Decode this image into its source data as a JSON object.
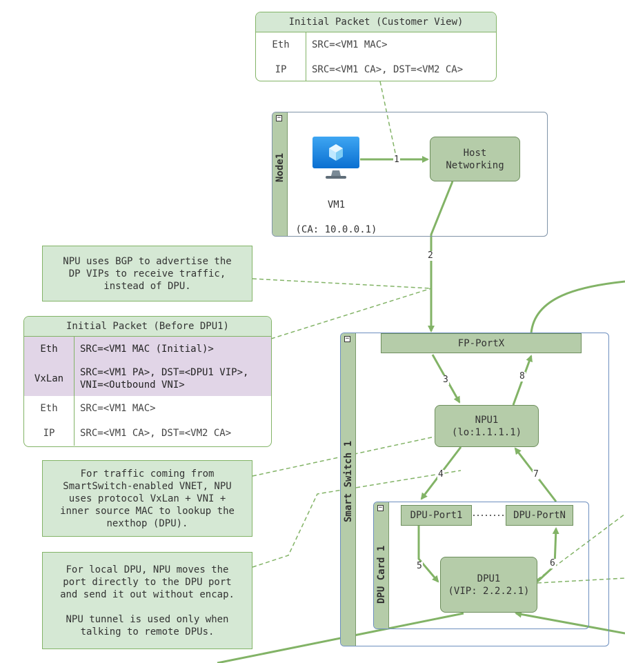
{
  "packet_customer": {
    "title": "Initial Packet (Customer View)",
    "rows": [
      {
        "key": "Eth",
        "value": "SRC=<VM1 MAC>"
      },
      {
        "key": "IP",
        "value": "SRC=<VM1 CA>, DST=<VM2 CA>"
      }
    ]
  },
  "node1": {
    "label": "Node1",
    "collapse_glyph": "−",
    "vm_name": "VM1",
    "vm_ca": "(CA: 10.0.0.1)",
    "host_networking": "Host\nNetworking",
    "vm_icon": "monitor-cube-icon"
  },
  "note_bgp": "NPU uses BGP to advertise the\nDP VIPs to receive traffic,\ninstead of DPU.",
  "packet_before_dpu": {
    "title": "Initial Packet (Before DPU1)",
    "rows": [
      {
        "key": "Eth",
        "value": "SRC=<VM1 MAC (Initial)>",
        "highlight": true
      },
      {
        "key": "VxLan",
        "value": "SRC=<VM1 PA>, DST=<DPU1 VIP>,\nVNI=<Outbound VNI>",
        "highlight": true
      },
      {
        "key": "Eth",
        "value": "SRC=<VM1 MAC>",
        "highlight": false
      },
      {
        "key": "IP",
        "value": "SRC=<VM1 CA>, DST=<VM2 CA>",
        "highlight": false
      }
    ]
  },
  "note_vxlan": "For traffic coming from\nSmartSwitch-enabled VNET, NPU\nuses protocol VxLan + VNI +\ninner source MAC to lookup the\nnexthop (DPU).",
  "note_local_dpu": "For local DPU, NPU moves the\nport directly to the DPU port\nand send it out without encap.\n\nNPU tunnel is used only when\ntalking to remote DPUs.",
  "smart_switch": {
    "label": "Smart Switch 1",
    "fp_port": "FP-PortX",
    "npu_name": "NPU1",
    "npu_lo": "(lo:1.1.1.1)"
  },
  "dpu_card": {
    "label": "DPU Card 1",
    "port1": "DPU-Port1",
    "portn": "DPU-PortN",
    "dpu_name": "DPU1",
    "dpu_vip": "(VIP: 2.2.2.1)"
  },
  "edge_labels": [
    "1",
    "2",
    "3",
    "4",
    "5",
    "6",
    "7",
    "8"
  ],
  "colors": {
    "green_fill": "#d5e8d4",
    "green_border": "#82b366",
    "node_fill": "#b5cca9",
    "purple_fill": "#e1d5e7",
    "edge_green": "#82b366"
  }
}
